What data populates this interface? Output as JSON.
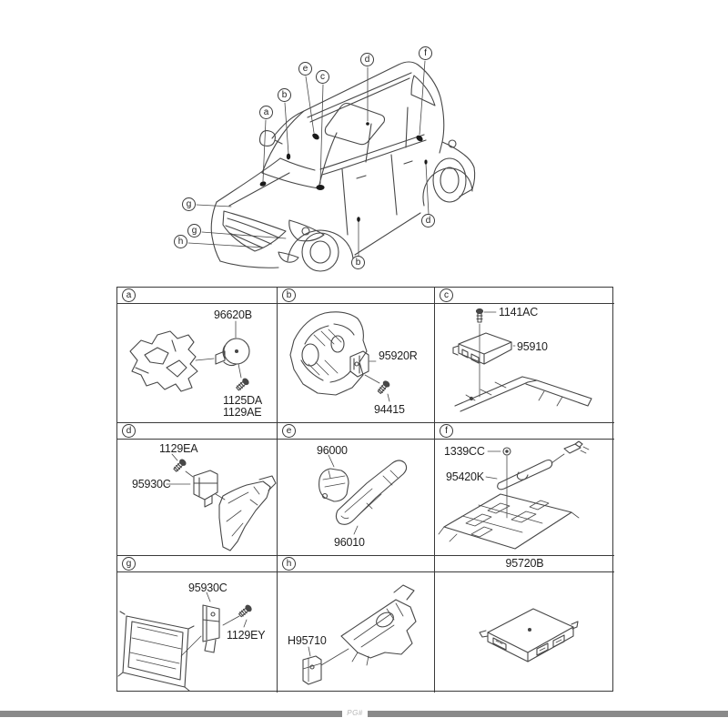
{
  "colors": {
    "line": "#474747",
    "text": "#1f1f1f",
    "border": "#3a3a3a",
    "footer_bar": "#8a8a8a"
  },
  "overview": {
    "callouts": [
      {
        "letter": "a"
      },
      {
        "letter": "b"
      },
      {
        "letter": "c"
      },
      {
        "letter": "d"
      },
      {
        "letter": "e"
      },
      {
        "letter": "f"
      },
      {
        "letter": "g"
      },
      {
        "letter": "g"
      },
      {
        "letter": "h"
      },
      {
        "letter": "b"
      },
      {
        "letter": "d"
      }
    ]
  },
  "grid": {
    "cells": [
      {
        "key": "a",
        "labels": [
          "96620B",
          "1125DA",
          "1129AE"
        ]
      },
      {
        "key": "b",
        "labels": [
          "95920R",
          "94415"
        ]
      },
      {
        "key": "c",
        "labels": [
          "1141AC",
          "95910"
        ]
      },
      {
        "key": "d",
        "labels": [
          "1129EA",
          "95930C"
        ]
      },
      {
        "key": "e",
        "labels": [
          "96000",
          "96010"
        ]
      },
      {
        "key": "f",
        "labels": [
          "1339CC",
          "95420K"
        ]
      },
      {
        "key": "g",
        "labels": [
          "95930C",
          "1129EY"
        ]
      },
      {
        "key": "h",
        "labels": [
          "H95710"
        ]
      },
      {
        "key": "",
        "title": "95720B",
        "labels": []
      }
    ]
  },
  "footer": {
    "mark": "PG#"
  }
}
